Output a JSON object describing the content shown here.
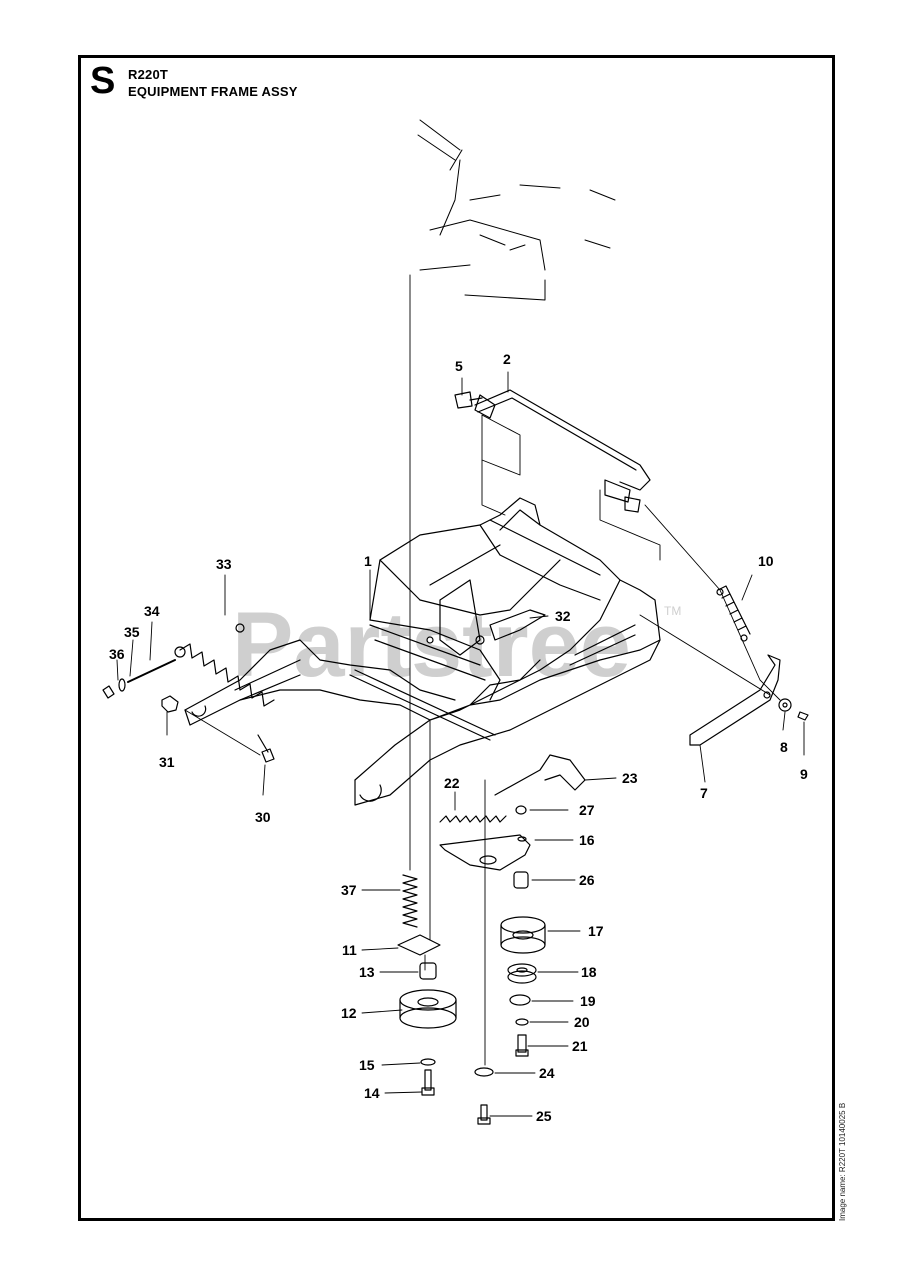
{
  "header": {
    "section_letter": "S",
    "model": "R220T",
    "title": "EQUIPMENT FRAME ASSY"
  },
  "watermark": {
    "text": "Partstree",
    "tm": "TM"
  },
  "image_name": "Image name: R220T 10140025 B",
  "callouts": [
    {
      "id": "c1",
      "label": "1"
    },
    {
      "id": "c2",
      "label": "2"
    },
    {
      "id": "c5",
      "label": "5"
    },
    {
      "id": "c7",
      "label": "7"
    },
    {
      "id": "c8",
      "label": "8"
    },
    {
      "id": "c9",
      "label": "9"
    },
    {
      "id": "c10",
      "label": "10"
    },
    {
      "id": "c11",
      "label": "11"
    },
    {
      "id": "c12",
      "label": "12"
    },
    {
      "id": "c13",
      "label": "13"
    },
    {
      "id": "c14",
      "label": "14"
    },
    {
      "id": "c15",
      "label": "15"
    },
    {
      "id": "c16",
      "label": "16"
    },
    {
      "id": "c17",
      "label": "17"
    },
    {
      "id": "c18",
      "label": "18"
    },
    {
      "id": "c19",
      "label": "19"
    },
    {
      "id": "c20",
      "label": "20"
    },
    {
      "id": "c21",
      "label": "21"
    },
    {
      "id": "c22",
      "label": "22"
    },
    {
      "id": "c23",
      "label": "23"
    },
    {
      "id": "c24",
      "label": "24"
    },
    {
      "id": "c25",
      "label": "25"
    },
    {
      "id": "c26",
      "label": "26"
    },
    {
      "id": "c27",
      "label": "27"
    },
    {
      "id": "c30",
      "label": "30"
    },
    {
      "id": "c31",
      "label": "31"
    },
    {
      "id": "c32",
      "label": "32"
    },
    {
      "id": "c33",
      "label": "33"
    },
    {
      "id": "c34",
      "label": "34"
    },
    {
      "id": "c35",
      "label": "35"
    },
    {
      "id": "c36",
      "label": "36"
    },
    {
      "id": "c37",
      "label": "37"
    }
  ],
  "colors": {
    "line": "#000000",
    "watermark": "#cfcfcf",
    "background": "#ffffff"
  }
}
